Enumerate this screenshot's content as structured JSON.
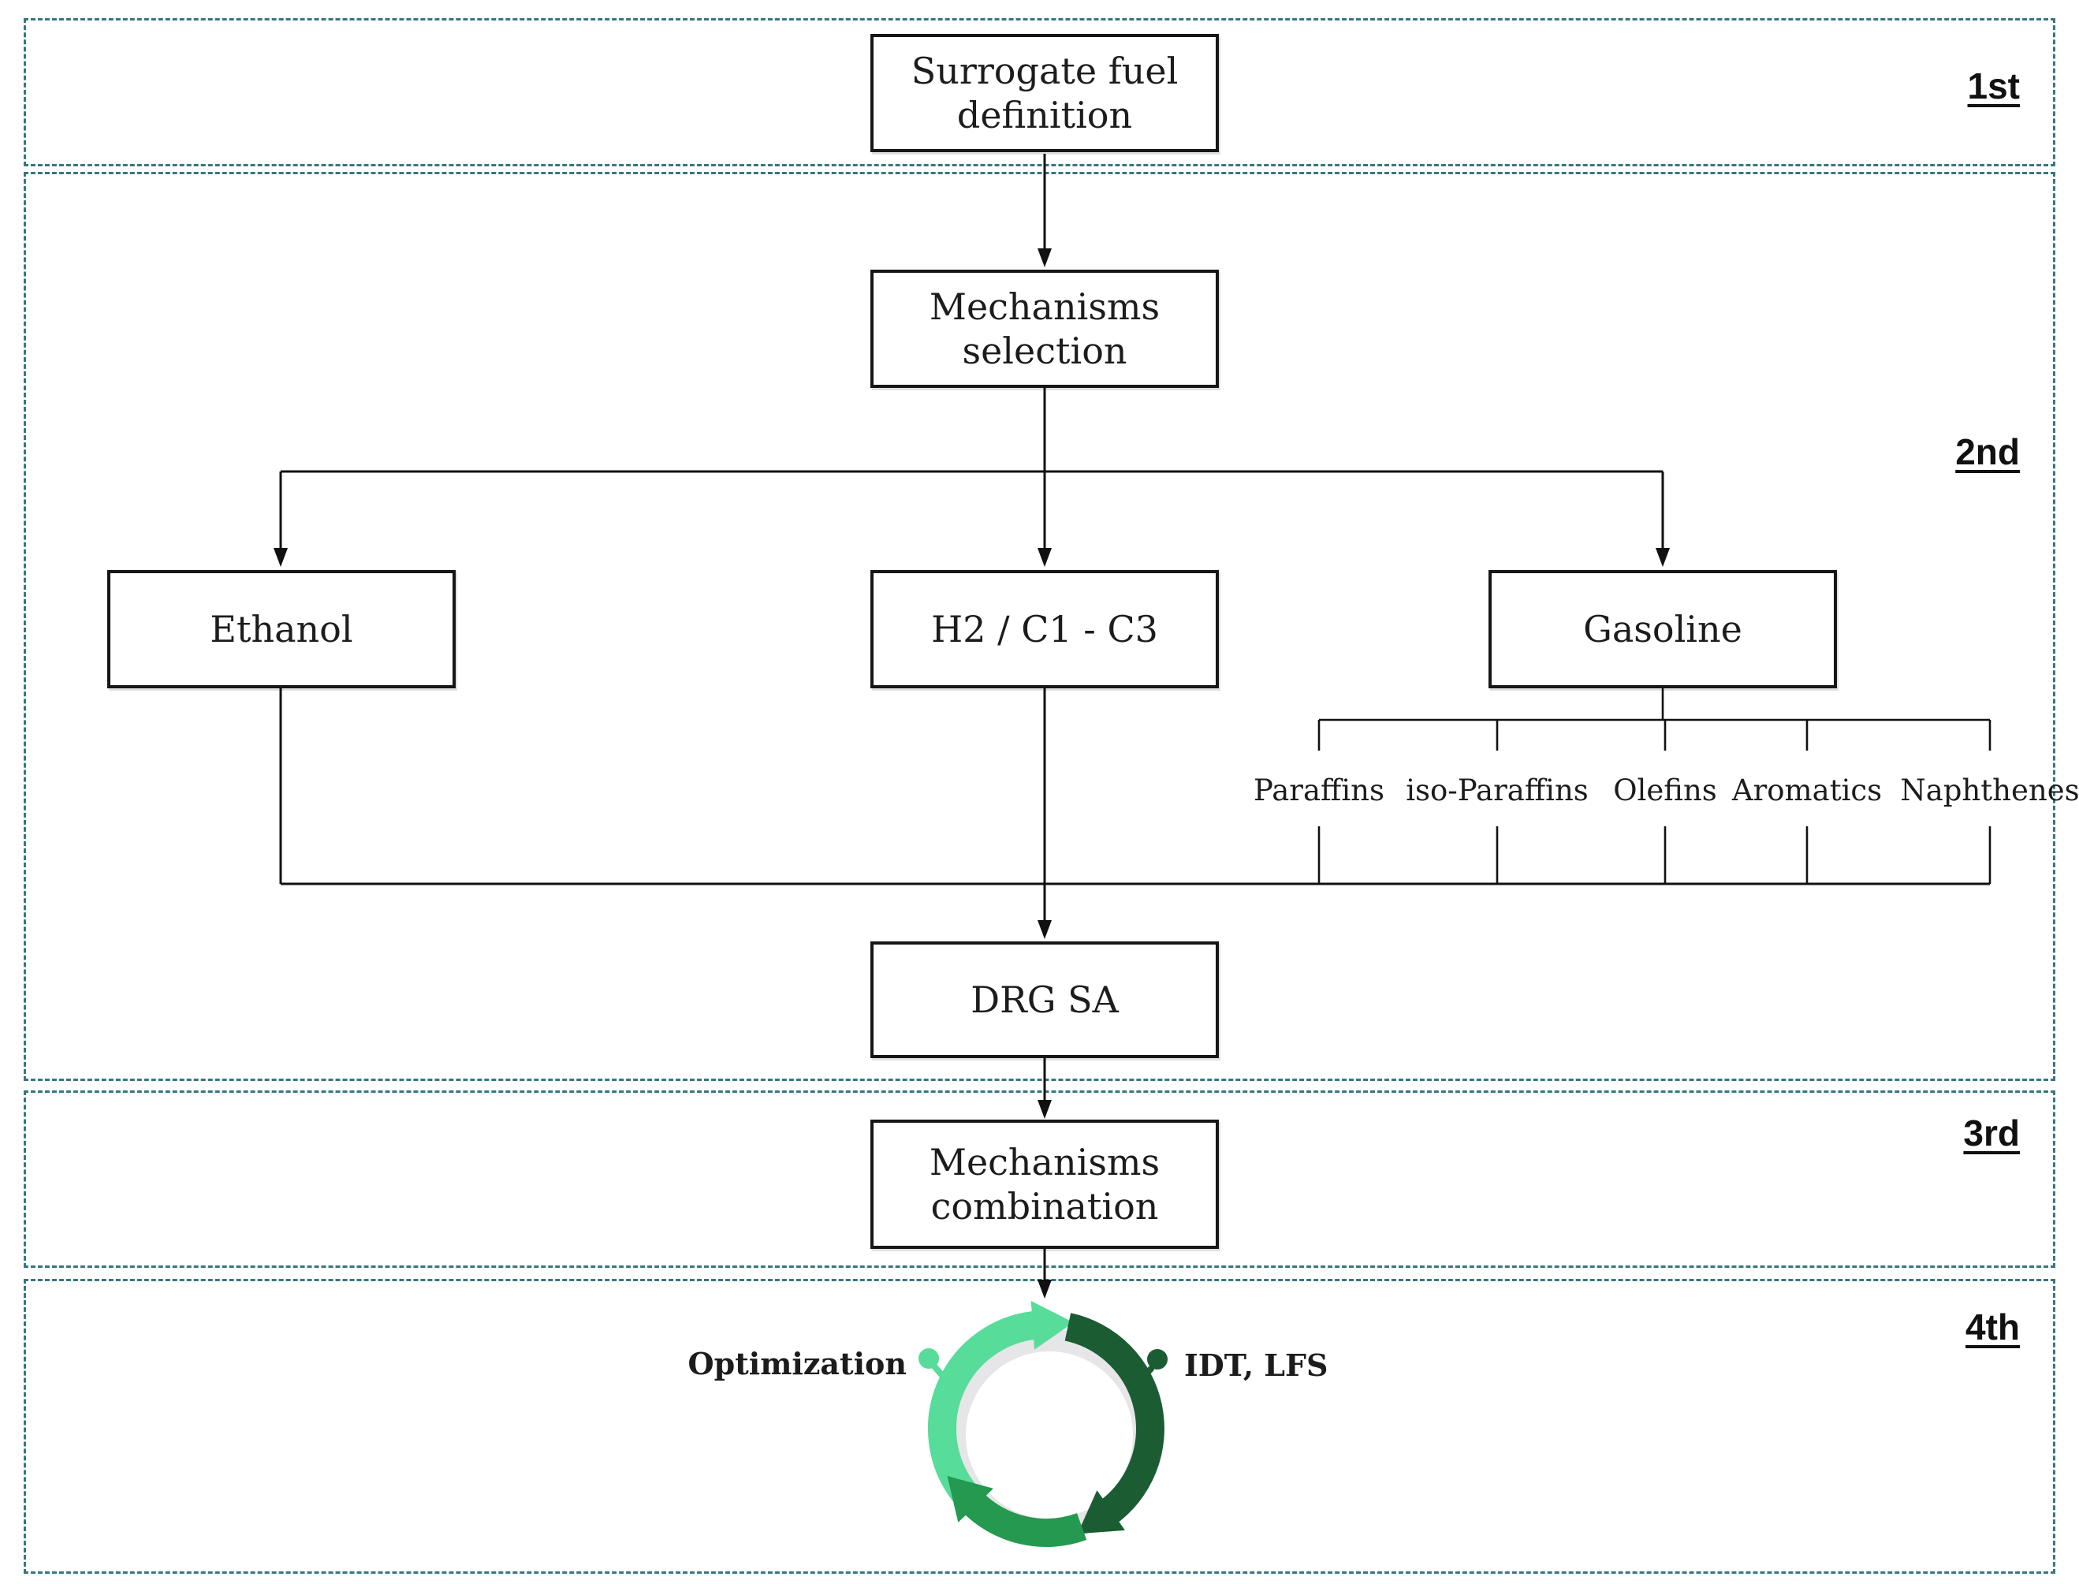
{
  "theme": {
    "line": "#111111",
    "box-border": "#161616",
    "section-border": "#35787f",
    "mint": "#57dc9a",
    "dark-green": "#1b5c33",
    "mid-green": "#24994f",
    "ring-gray": "#e6e6e8",
    "text": "#1c1c1c"
  },
  "stage_labels": [
    "1st",
    "2nd",
    "3rd",
    "4th"
  ],
  "boxes": {
    "surrogate_fuel": "Surrogate fuel definition",
    "mechanisms_selection": "Mechanisms selection",
    "ethanol": "Ethanol",
    "h2_c1_c3": "H2 / C1 - C3",
    "gasoline": "Gasoline",
    "drg_sa": "DRG SA",
    "mechanisms_combination": "Mechanisms combination"
  },
  "gasoline_components": [
    "Paraffins",
    "iso-Paraffins",
    "Olefins",
    "Aromatics",
    "Naphthenes"
  ],
  "cycle": {
    "left_label": "Optimization",
    "right_label": "IDT, LFS"
  }
}
